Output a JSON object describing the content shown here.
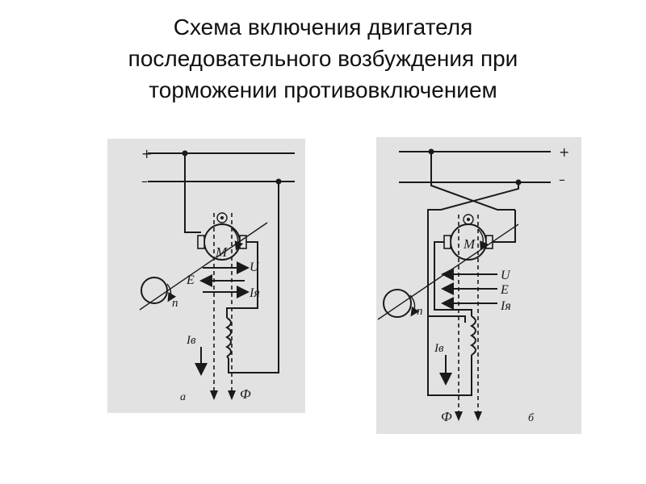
{
  "title": {
    "line1": "Схема включения двигателя",
    "line2": "последовательного возбуждения при",
    "line3": "торможении противовключением"
  },
  "scheme_a": {
    "plus": "+",
    "minus": "–",
    "motor": "M",
    "voltage": "U",
    "emf": "E",
    "armature_current": "Iя",
    "speed": "n",
    "field_current": "Iв",
    "flux": "Ф",
    "caption": "а"
  },
  "scheme_b": {
    "plus": "+",
    "minus": "–",
    "motor": "M",
    "voltage": "U",
    "emf": "E",
    "armature_current": "Iя",
    "speed": "n",
    "field_current": "Iв",
    "flux": "Ф",
    "caption": "б"
  }
}
